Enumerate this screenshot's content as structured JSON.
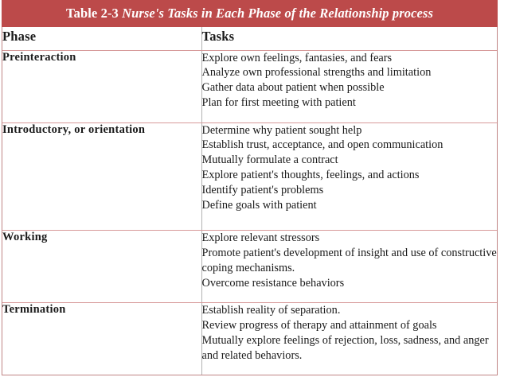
{
  "slide": {
    "title": {
      "prefix": "Table 2-3",
      "rest": " Nurse's Tasks in Each Phase of the Relationship process",
      "full": "Table 2-3 Nurse's Tasks in Each Phase of the Relationship process"
    },
    "colors": {
      "banner_background": "#bc4a4a",
      "banner_text": "#ffffff",
      "table_border": "#c08585",
      "row_separator": "#d79a9a",
      "column_separator": "#b3b3b3",
      "body_text": "#1a1a1a",
      "page_background": "#ffffff"
    }
  },
  "table": {
    "columns": [
      {
        "key": "phase",
        "label": "Phase"
      },
      {
        "key": "tasks",
        "label": "Tasks"
      }
    ],
    "rows": [
      {
        "phase": "Preinteraction",
        "tasks": [
          "Explore own feelings, fantasies, and fears",
          "Analyze own professional strengths and limitation",
          "Gather data about patient when possible",
          "Plan for first meeting with patient"
        ]
      },
      {
        "phase": "Introductory, or orientation",
        "tasks": [
          "Determine why patient sought help",
          "Establish trust, acceptance, and open communication",
          "Mutually formulate a contract",
          "Explore patient's thoughts, feelings, and actions",
          "Identify patient's problems",
          "Define goals with patient"
        ]
      },
      {
        "phase": "Working",
        "tasks": [
          "Explore relevant stressors",
          "Promote patient's development of insight and use of constructive coping mechanisms.",
          "Overcome resistance behaviors"
        ]
      },
      {
        "phase": "Termination",
        "tasks": [
          "Establish reality of separation.",
          "Review progress of therapy and attainment of goals",
          "Mutually explore feelings of rejection, loss, sadness, and anger and related behaviors."
        ]
      }
    ]
  }
}
